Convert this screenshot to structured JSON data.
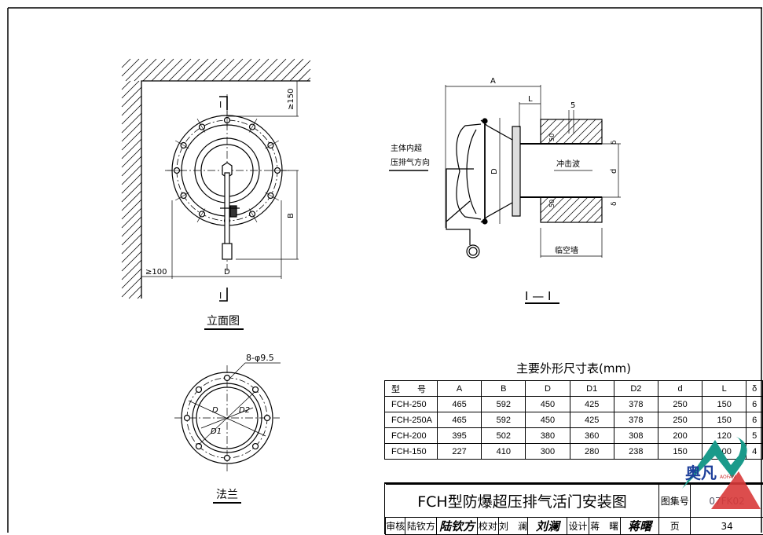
{
  "elevation_view": {
    "caption": "立面图",
    "section_mark": "I",
    "dim_top": "≥150",
    "dim_left": "≥100",
    "dim_b": "B",
    "dim_d": "D"
  },
  "section_view": {
    "caption": "I — I",
    "dim_a": "A",
    "dim_l": "L",
    "dim_5": "5",
    "dim_d_big": "D",
    "dim_d_small": "d",
    "dim_delta_top": "δ",
    "dim_delta_bottom": "δ",
    "dim_50_top": "50",
    "dim_50_bottom": "50",
    "note_line1": "主体内超",
    "note_line2": "压排气方向",
    "shockwave": "冲击波",
    "wall": "临空墙"
  },
  "flange_view": {
    "caption": "法兰",
    "bolt_note": "8-φ9.5",
    "label_d": "D",
    "label_d1": "D1",
    "label_d2": "D2"
  },
  "dimension_table": {
    "title": "主要外形尺寸表(mm)",
    "headers": [
      "型　　号",
      "A",
      "B",
      "D",
      "D1",
      "D2",
      "d",
      "L",
      "δ"
    ],
    "rows": [
      [
        "FCH-250",
        "465",
        "592",
        "450",
        "425",
        "378",
        "250",
        "150",
        "6"
      ],
      [
        "FCH-250A",
        "465",
        "592",
        "450",
        "425",
        "378",
        "250",
        "150",
        "6"
      ],
      [
        "FCH-200",
        "395",
        "502",
        "380",
        "360",
        "308",
        "200",
        "120",
        "5"
      ],
      [
        "FCH-150",
        "227",
        "410",
        "300",
        "280",
        "238",
        "150",
        "100",
        "4"
      ]
    ]
  },
  "title_block": {
    "title": "FCH型防爆超压排气活门安装图",
    "atlas_label": "图集号",
    "atlas_no": "07FK02",
    "review_label": "审核",
    "reviewer": "陆钦方",
    "reviewer_sig": "陆钦方",
    "check_label": "校对",
    "checker": "刘　澜",
    "checker_sig": "刘澜",
    "design_label": "设计",
    "designer": "蒋　曙",
    "designer_sig": "蒋曙",
    "page_label": "页",
    "page_no": "34"
  },
  "watermark": {
    "logo_text": "奥凡",
    "logo_sub": "AOFAN",
    "colors": {
      "teal": "#1a9a8a",
      "red": "#d83a3a"
    }
  }
}
